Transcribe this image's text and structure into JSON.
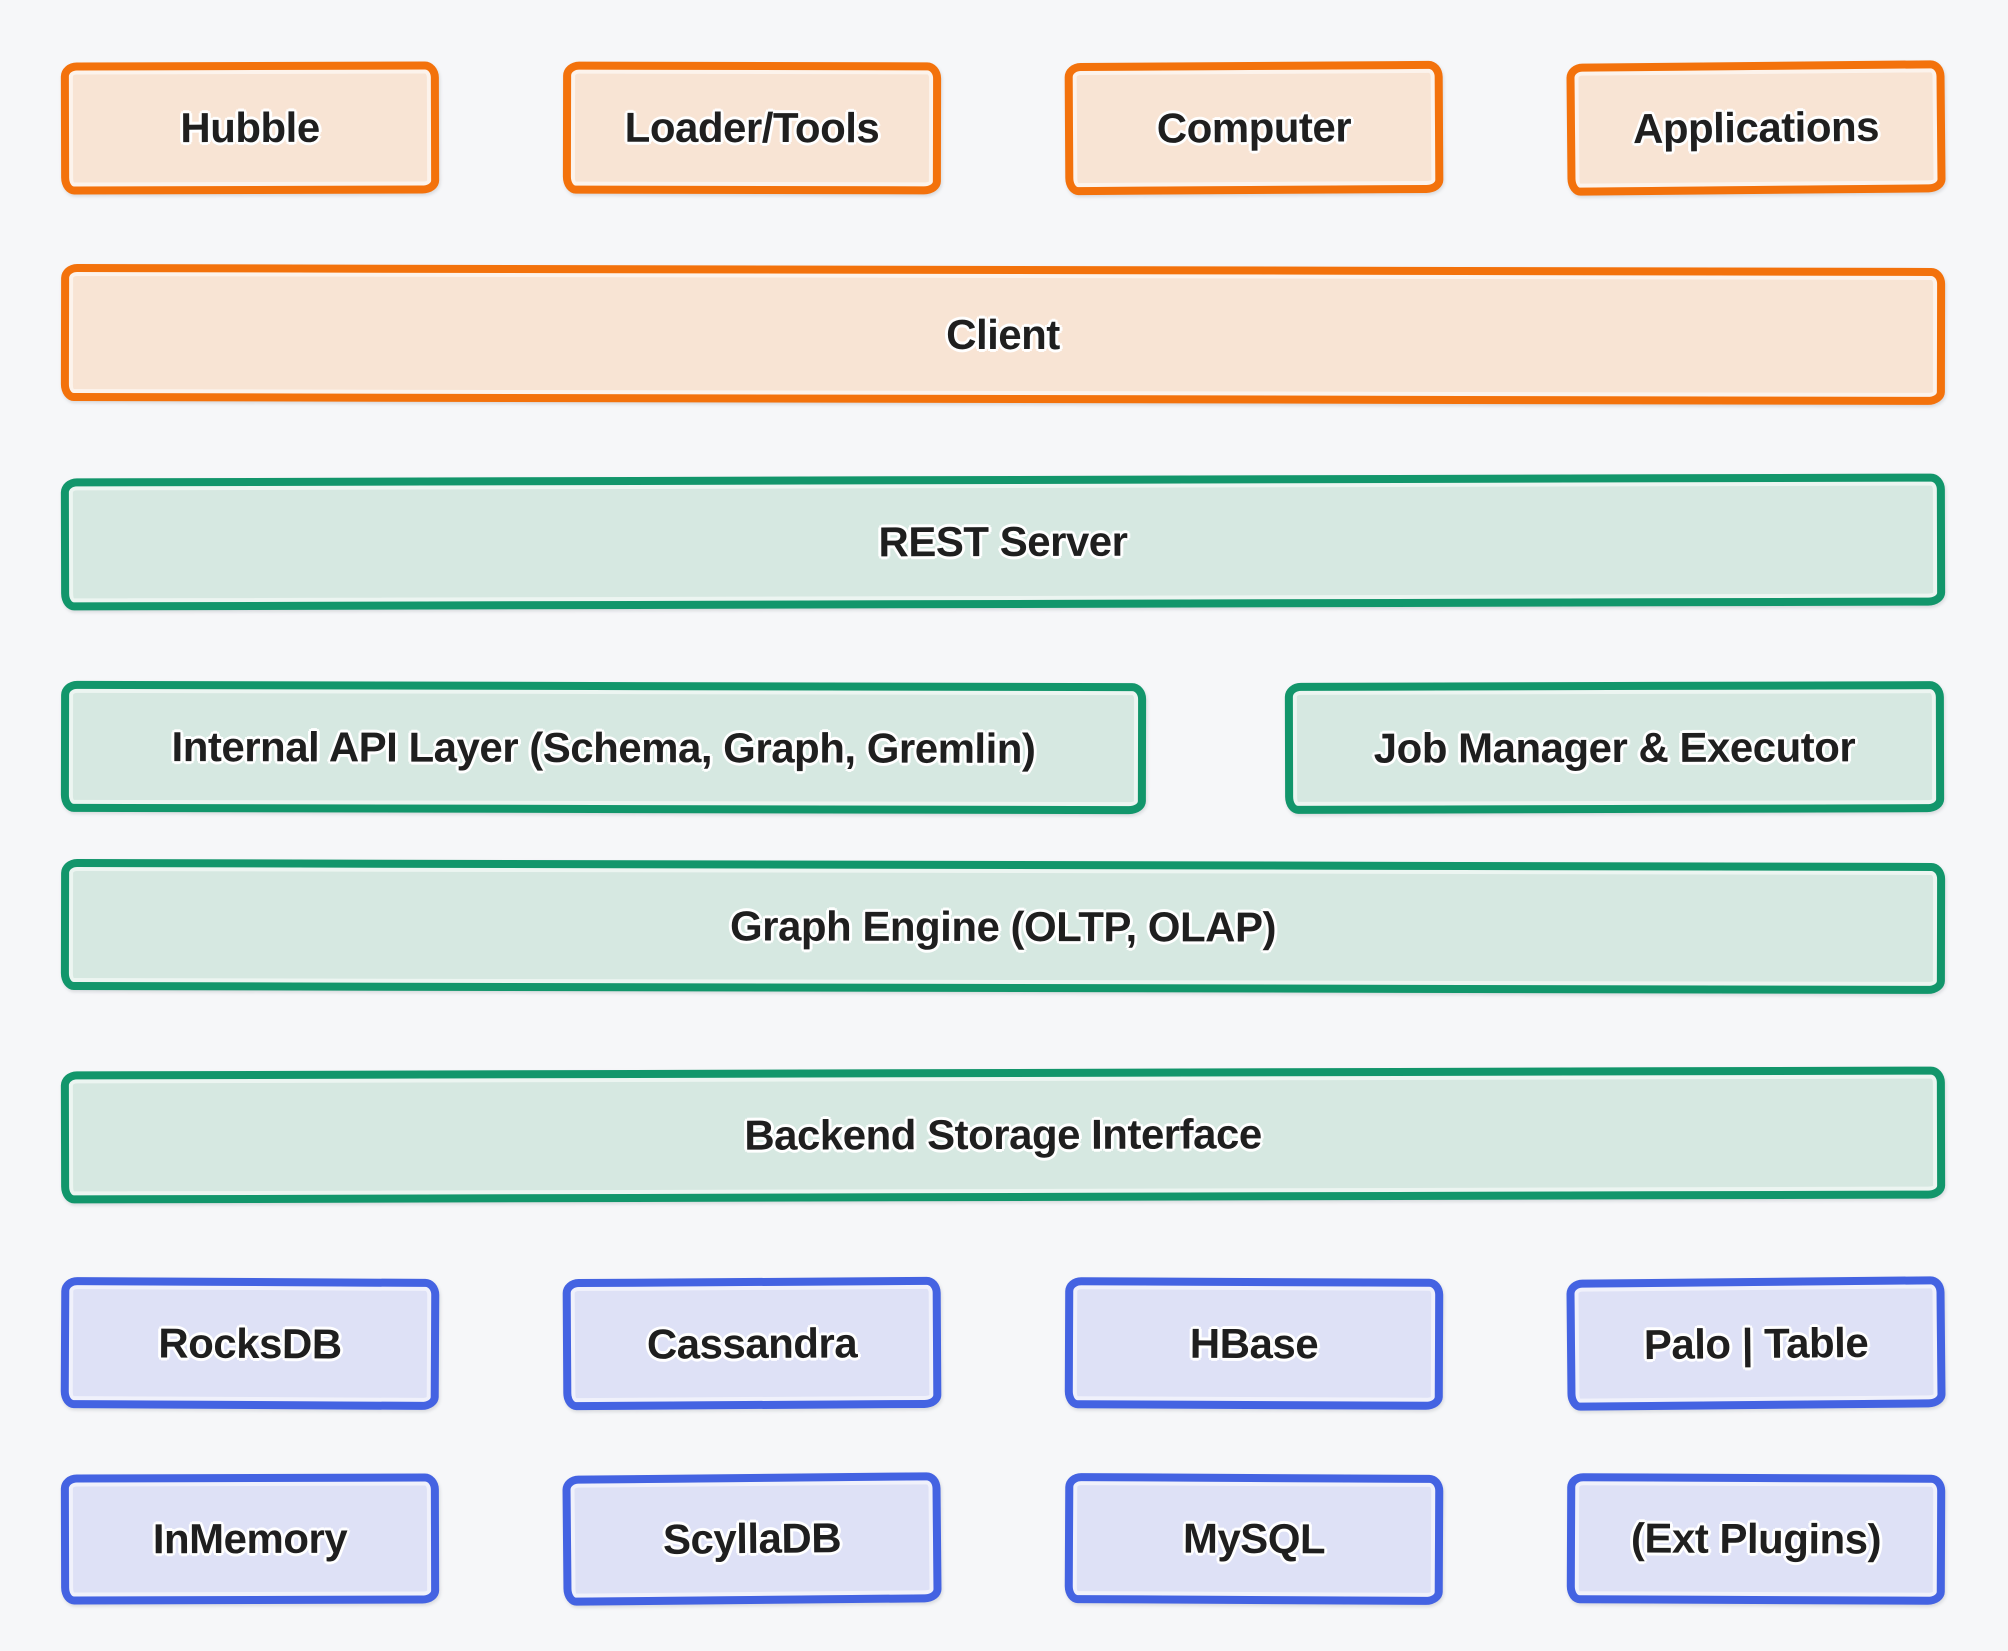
{
  "palette": {
    "background": "#f6f7f9",
    "orange_border": "#f3720c",
    "orange_fill": "#f8e4d4",
    "green_border": "#12966b",
    "green_fill": "#d6e8e1",
    "blue_border": "#4463e2",
    "blue_fill": "#dee1f6",
    "text": "#1f1f1f"
  },
  "top_row": {
    "hubble": "Hubble",
    "loader_tools": "Loader/Tools",
    "computer": "Computer",
    "applications": "Applications"
  },
  "client": "Client",
  "rest_server": "REST Server",
  "api_row": {
    "internal_api": "Internal API Layer (Schema, Graph, Gremlin)",
    "job_manager": "Job Manager & Executor"
  },
  "graph_engine": "Graph Engine (OLTP, OLAP)",
  "storage_interface": "Backend Storage Interface",
  "storage_row_1": {
    "rocksdb": "RocksDB",
    "cassandra": "Cassandra",
    "hbase": "HBase",
    "palo_table": "Palo | Table"
  },
  "storage_row_2": {
    "inmemory": "InMemory",
    "scylladb": "ScyllaDB",
    "mysql": "MySQL",
    "ext_plugins": "(Ext Plugins)"
  }
}
